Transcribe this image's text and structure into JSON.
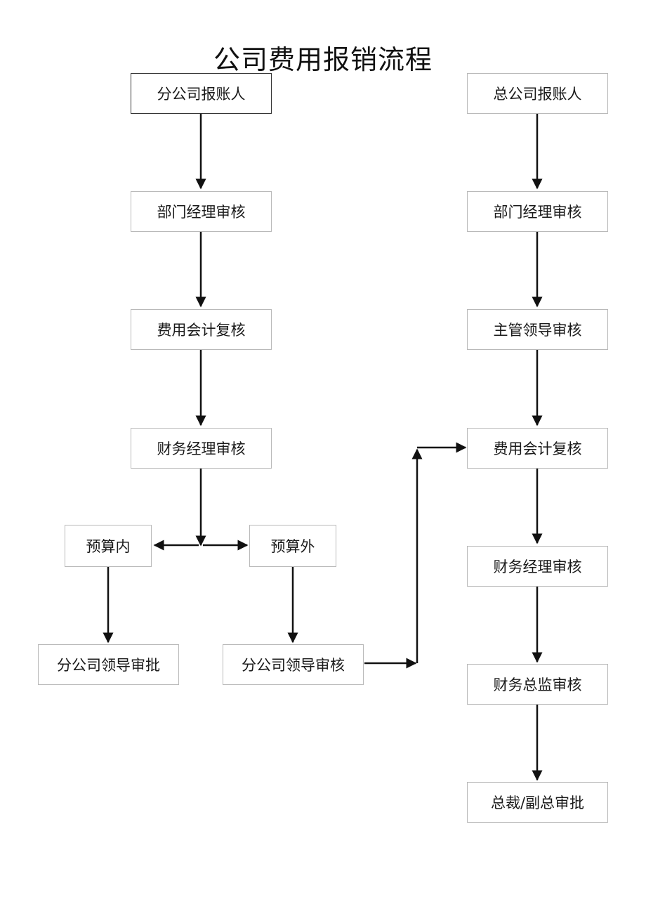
{
  "title": "公司费用报销流程",
  "nodes": {
    "branch_submitter": "分公司报账人",
    "branch_dept_manager": "部门经理审核",
    "branch_expense_accountant": "费用会计复核",
    "branch_finance_manager": "财务经理审核",
    "within_budget": "预算内",
    "over_budget": "预算外",
    "branch_leader_approve": "分公司领导审批",
    "branch_leader_review": "分公司领导审核",
    "hq_submitter": "总公司报账人",
    "hq_dept_manager": "部门经理审核",
    "hq_supervisor": "主管领导审核",
    "hq_expense_accountant": "费用会计复核",
    "hq_finance_manager": "财务经理审核",
    "hq_finance_director": "财务总监审核",
    "hq_president_approve": "总裁/副总审批"
  },
  "edges": [
    [
      "branch_submitter",
      "branch_dept_manager"
    ],
    [
      "branch_dept_manager",
      "branch_expense_accountant"
    ],
    [
      "branch_expense_accountant",
      "branch_finance_manager"
    ],
    [
      "branch_finance_manager",
      "within_budget"
    ],
    [
      "branch_finance_manager",
      "over_budget"
    ],
    [
      "within_budget",
      "branch_leader_approve"
    ],
    [
      "over_budget",
      "branch_leader_review"
    ],
    [
      "branch_leader_review",
      "hq_expense_accountant"
    ],
    [
      "hq_submitter",
      "hq_dept_manager"
    ],
    [
      "hq_dept_manager",
      "hq_supervisor"
    ],
    [
      "hq_supervisor",
      "hq_expense_accountant"
    ],
    [
      "hq_expense_accountant",
      "hq_finance_manager"
    ],
    [
      "hq_finance_manager",
      "hq_finance_director"
    ],
    [
      "hq_finance_director",
      "hq_president_approve"
    ]
  ]
}
